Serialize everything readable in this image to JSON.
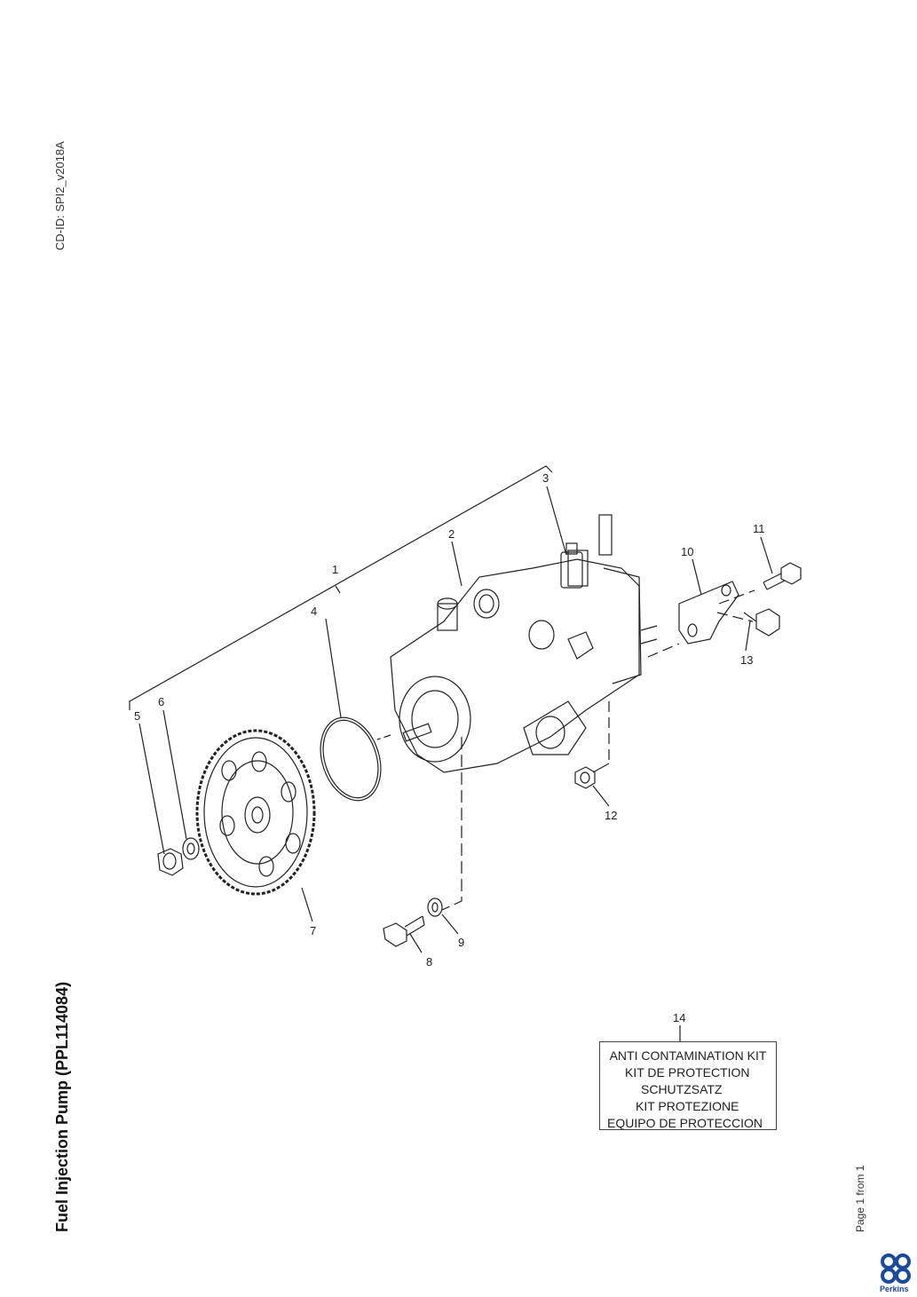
{
  "cd_id": "CD-ID: SPI2_v2018A",
  "title": "Fuel Injection Pump (PPL114084)",
  "footer": "Page 1 from 1",
  "brand": "Perkins",
  "callouts": [
    "1",
    "2",
    "3",
    "4",
    "5",
    "6",
    "7",
    "8",
    "9",
    "10",
    "11",
    "12",
    "13",
    "14"
  ],
  "kit": {
    "lines": [
      "ANTI CONTAMINATION KIT",
      "KIT DE PROTECTION",
      "SCHUTZSATZ",
      "KIT PROTEZIONE",
      "EQUIPO DE PROTECCION"
    ]
  },
  "colors": {
    "line": "#222222",
    "brand": "#1a4a9c"
  }
}
